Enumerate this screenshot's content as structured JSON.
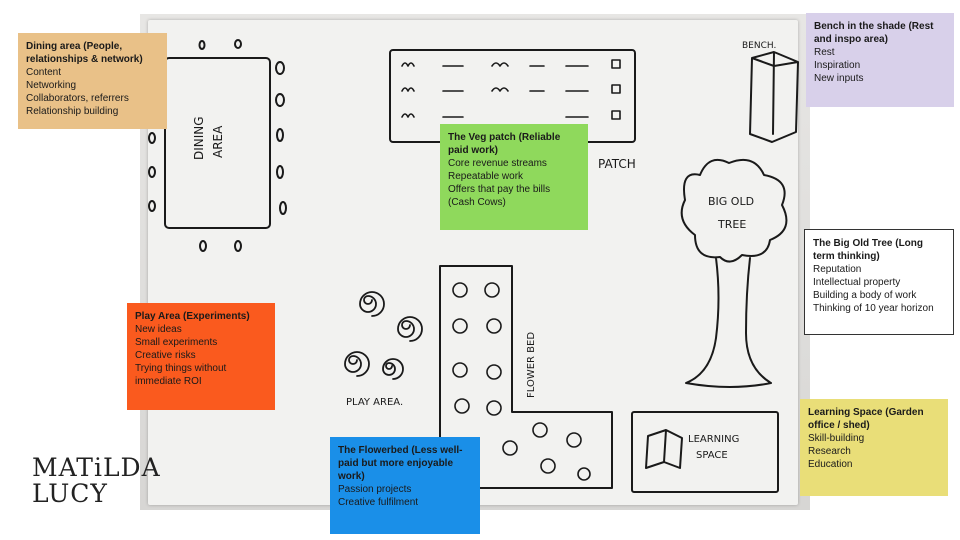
{
  "sketch": {
    "bench": "BENCH.",
    "dining": [
      "DINING",
      "AREA"
    ],
    "patch": "PATCH",
    "tree": [
      "BIG OLD",
      "TREE"
    ],
    "flower_bed": "FLOWER BED",
    "play_area": "PLAY AREA.",
    "learning": [
      "LEARNING",
      "SPACE"
    ]
  },
  "notes": {
    "dining": {
      "title": "Dining area (People, relationships & network)",
      "lines": [
        "Content",
        "Networking",
        "Collaborators, referrers",
        "Relationship building"
      ],
      "color": "#e9c188"
    },
    "bench": {
      "title": "Bench in the shade (Rest and inspo area)",
      "lines": [
        "Rest",
        "Inspiration",
        "New inputs"
      ],
      "color": "#d8d0ea"
    },
    "veg": {
      "title": "The Veg patch (Reliable paid work)",
      "lines": [
        "Core revenue streams",
        "Repeatable work",
        "Offers that pay the bills",
        "(Cash Cows)"
      ],
      "color": "#8fd95c"
    },
    "tree": {
      "title": "The Big Old Tree (Long term thinking)",
      "lines": [
        "Reputation",
        "Intellectual property",
        "Building a body of work",
        "Thinking of 10 year horizon"
      ],
      "color": "#ffffff"
    },
    "play": {
      "title": "Play Area  (Experiments)",
      "lines": [
        "New ideas",
        "Small experiments",
        "Creative risks",
        "Trying things without",
        "immediate ROI"
      ],
      "color": "#fa5a1e"
    },
    "flower": {
      "title": "The Flowerbed (Less well-paid but more enjoyable work)",
      "lines": [
        "Passion projects",
        "Creative fulfilment"
      ],
      "color": "#1a8fe8"
    },
    "learning": {
      "title": "Learning Space (Garden office / shed)",
      "lines": [
        "Skill-building",
        "Research",
        "Education"
      ],
      "color": "#e9de78"
    }
  },
  "logo": {
    "line1": "MATiLDA",
    "line2": "LUCY"
  }
}
